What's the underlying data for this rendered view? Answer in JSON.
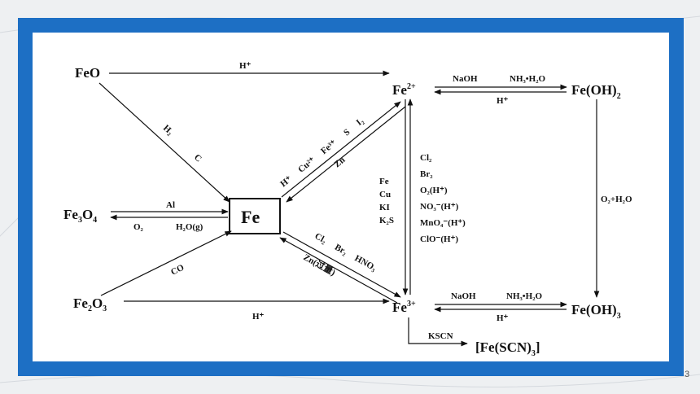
{
  "page_number": "3",
  "nodes": {
    "feo": "FeO",
    "fe3o4": {
      "base": "Fe",
      "s1": "3",
      "o": "O",
      "s2": "4"
    },
    "fe2o3": {
      "base": "Fe",
      "s1": "2",
      "o": "O",
      "s2": "3"
    },
    "fe": "Fe",
    "fe2plus": {
      "base": "Fe",
      "sup": "2+"
    },
    "fe3plus": {
      "base": "Fe",
      "sup": "3+"
    },
    "feoh2": {
      "base": "Fe(OH)",
      "sub": "2"
    },
    "feoh3": {
      "base": "Fe(OH)",
      "sub": "3"
    },
    "fescn3": {
      "base": "[Fe(SCN)",
      "sub": "3",
      "end": "]"
    }
  },
  "labels": {
    "feo_to_fe2": "H⁺",
    "feo_to_fe_h2": "H₂",
    "feo_to_fe_c": "C",
    "fe3o4_to_fe": "Al",
    "fe_to_fe3o4_o2": "O₂",
    "fe_to_fe3o4_h2o": "H₂O(g)",
    "fe2o3_to_fe": "CO",
    "fe2o3_to_fe3": "H⁺",
    "fe_to_fe2_ox": [
      "H⁺",
      "Cu²⁺",
      "Fe³⁺",
      "S",
      "I₂"
    ],
    "fe2_to_fe_red": "Zn",
    "fe_to_fe3_ox": [
      "Cl₂",
      "Br₂",
      "HNO₃"
    ],
    "fe3_to_fe_red": "Zn(过量)",
    "fe2_to_fe3": [
      "Cl₂",
      "Br₂",
      "O₂(H⁺)",
      "NO₃⁻(H⁺)",
      "MnO₄⁻(H⁺)",
      "ClO⁻(H⁺)"
    ],
    "fe3_to_fe2": [
      "Fe",
      "Cu",
      "KI",
      "K₂S"
    ],
    "fe2_to_feoh2": [
      "NaOH",
      "NH₃•H₂O"
    ],
    "feoh2_to_fe2": "H⁺",
    "feoh2_to_feoh3": "O₂+H₂O",
    "fe3_to_feoh3": [
      "NaOH",
      "NH₃•H₂O"
    ],
    "feoh3_to_fe3": "H⁺",
    "fe3_to_fescn": "KSCN"
  },
  "colors": {
    "frame": "#1d6fc4",
    "panel": "#ffffff",
    "ink": "#111111"
  }
}
